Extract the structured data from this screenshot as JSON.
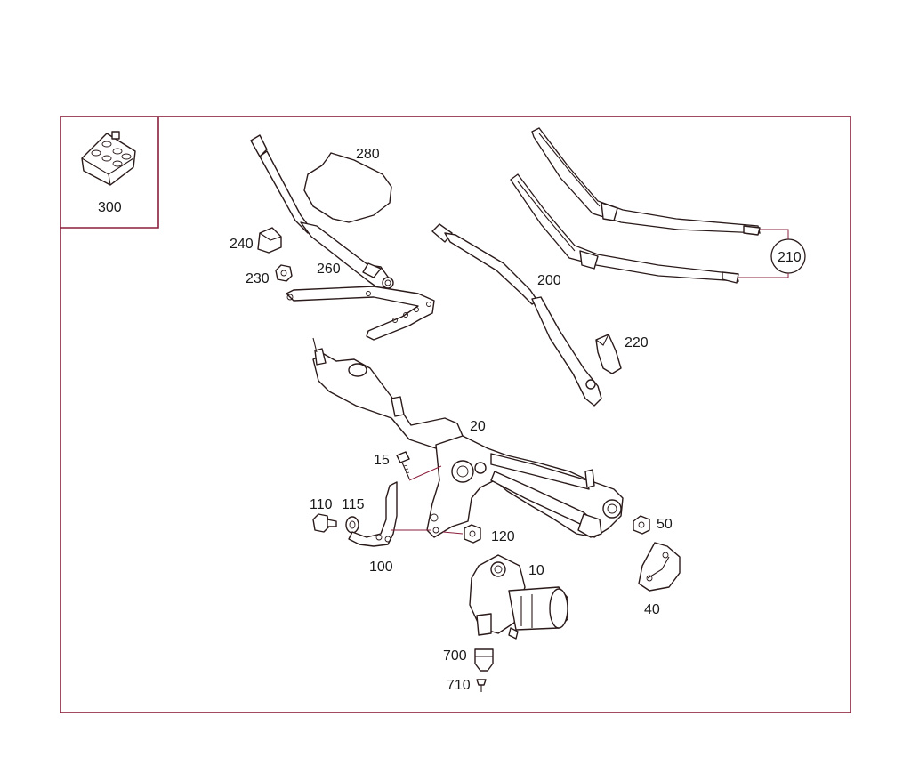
{
  "diagram": {
    "colors": {
      "frame": "#8a1f3c",
      "line": "#2a1a1a",
      "background": "#ffffff"
    },
    "labels": {
      "p300": "300",
      "p280": "280",
      "p240": "240",
      "p230": "230",
      "p260": "260",
      "p200": "200",
      "p210": "210",
      "p220": "220",
      "p20": "20",
      "p15": "15",
      "p110": "110",
      "p115": "115",
      "p120": "120",
      "p100": "100",
      "p10": "10",
      "p50": "50",
      "p40": "40",
      "p700": "700",
      "p710": "710"
    }
  }
}
